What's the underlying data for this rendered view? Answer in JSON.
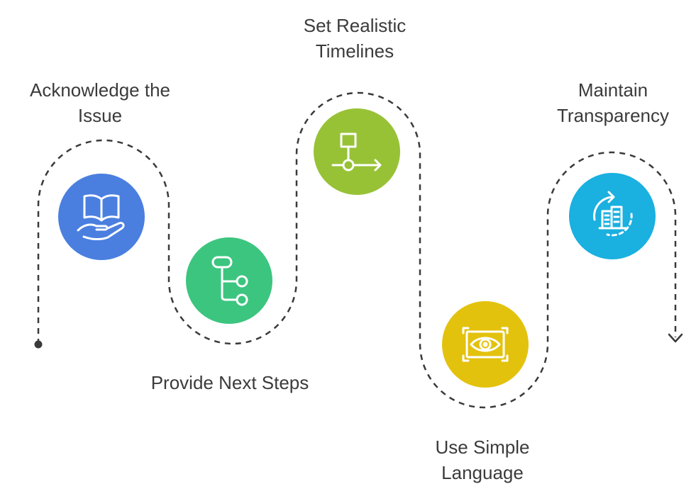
{
  "steps": [
    {
      "label": "Acknowledge the\nIssue",
      "icon": "open-book-hand-icon",
      "color": "#4a7fe0"
    },
    {
      "label": "Provide Next Steps",
      "icon": "flow-tree-icon",
      "color": "#3cc57f"
    },
    {
      "label": "Set Realistic\nTimelines",
      "icon": "process-flow-icon",
      "color": "#97c236"
    },
    {
      "label": "Use Simple\nLanguage",
      "icon": "eye-frame-icon",
      "color": "#e3c20d"
    },
    {
      "label": "Maintain\nTransparency",
      "icon": "refresh-building-icon",
      "color": "#1ab0e0"
    }
  ]
}
